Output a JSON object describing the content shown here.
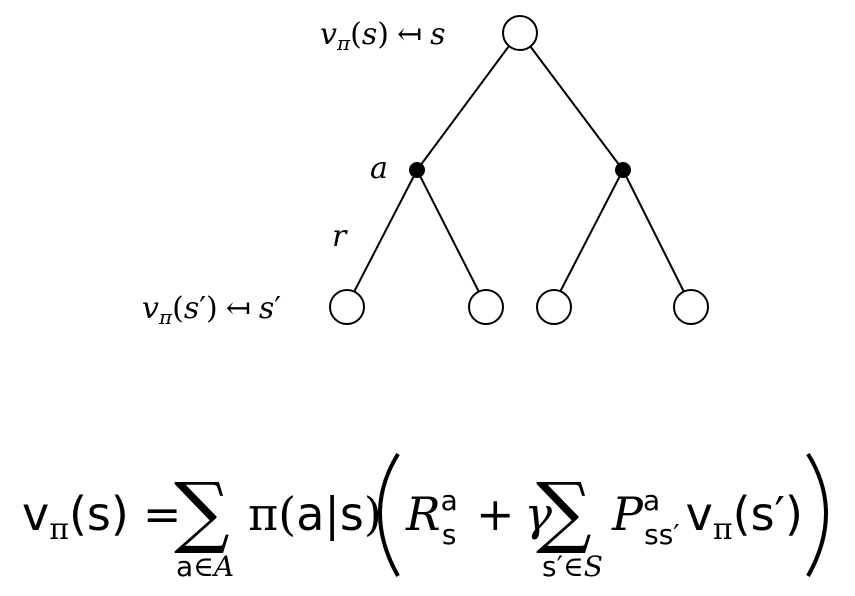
{
  "diagram": {
    "root_label": "vπ(s) ↤ s",
    "action_label": "a",
    "reward_label": "r",
    "leaf_label": "vπ(s′) ↤ s′"
  },
  "equation": {
    "text": "vπ(s) = ∑a∈A π(a|s) ( R^a_s + γ ∑s′∈S P^a_ss′ vπ(s′) )"
  }
}
